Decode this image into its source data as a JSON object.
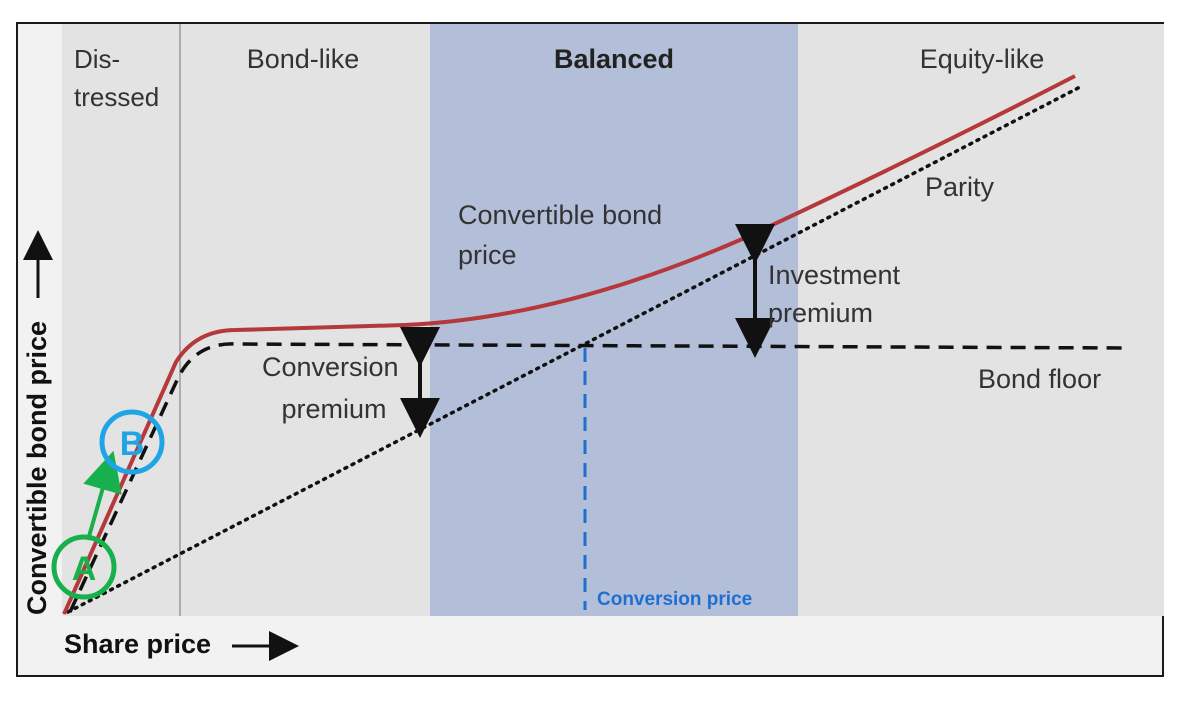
{
  "regions": {
    "distressed": "Dis-\ntressed",
    "bond_like": "Bond-like",
    "balanced": "Balanced",
    "equity_like": "Equity-like"
  },
  "labels": {
    "parity": "Parity",
    "convertible_bond_price": "Convertible bond\nprice",
    "investment_premium": "Investment\npremium",
    "conversion_premium": "Conversion\npremium",
    "bond_floor": "Bond floor",
    "conversion_price": "Conversion price"
  },
  "axes": {
    "x_label": "Share price",
    "y_label": "Convertible bond price"
  },
  "markers": {
    "a": "A",
    "b": "B"
  },
  "colors": {
    "panel_bg": "#f2f2f2",
    "region_bg": "#e3e3e3",
    "balanced_bg": "#b3bfd9",
    "bond_curve": "#b5383b",
    "conversion_price": "#1f6fd1",
    "marker_a": "#17b04c",
    "marker_b": "#1fa4e6"
  }
}
